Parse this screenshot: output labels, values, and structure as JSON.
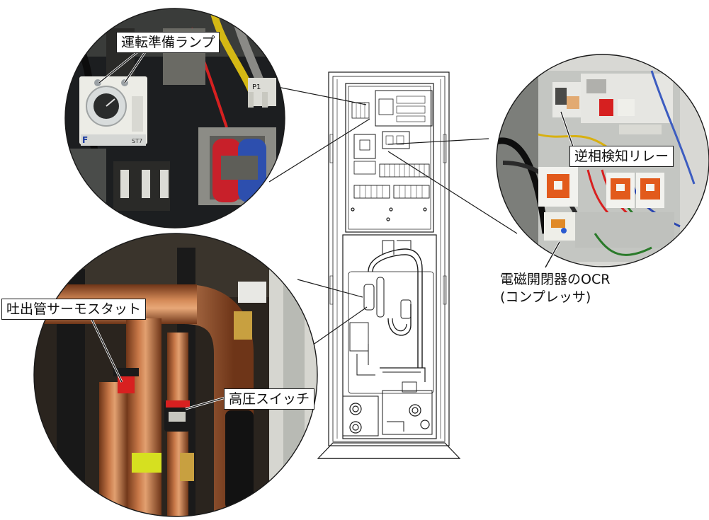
{
  "callouts": {
    "run_ready_lamp": "運転準備ランプ",
    "reverse_phase_relay": "逆相検知リレー",
    "ocr_line1": "電磁開閉器のOCR",
    "ocr_line2": "(コンプレッサ)",
    "discharge_thermostat": "吐出管サーモスタット",
    "high_pressure_switch": "高圧スイッチ"
  },
  "photo_text": {
    "relay_brand": "F",
    "relay_model": "ST7",
    "term_p1": "P1"
  },
  "colors": {
    "copper": "#b8683c",
    "copper_dark": "#7a3a1c",
    "transformer_red": "#c8202a",
    "transformer_blue": "#2d4fae",
    "contactor_orange": "#e25a1c",
    "panel_gray": "#d8d8d4",
    "line": "#1a1a1a"
  }
}
